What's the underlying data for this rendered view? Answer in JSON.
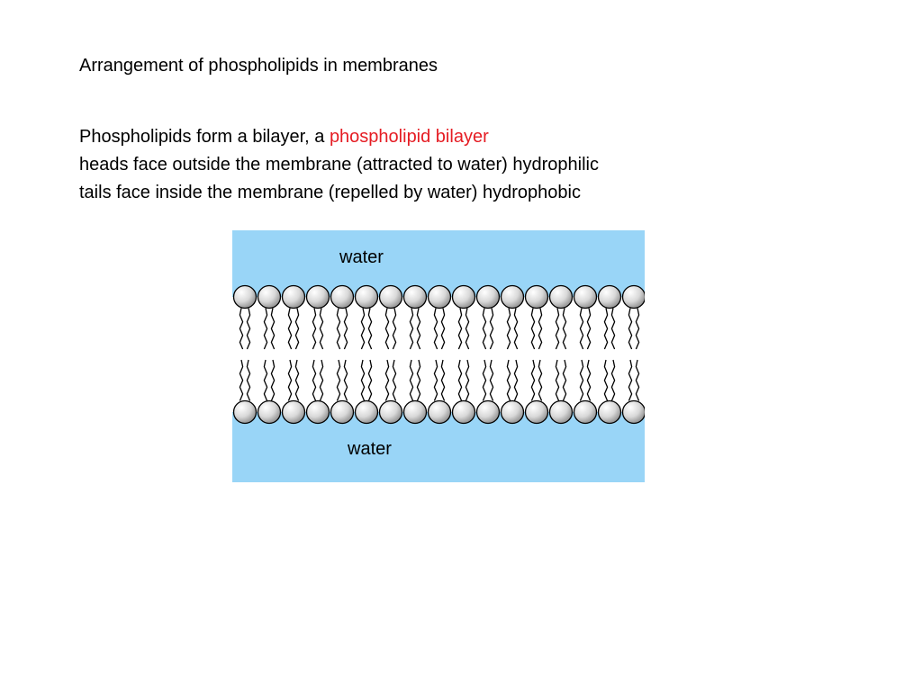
{
  "title": "Arrangement of phospholipids in membranes",
  "line1_prefix": "Phospholipids form a bilayer, a ",
  "line1_highlight": "phospholipid bilayer",
  "line2": "heads face outside the membrane (attracted to water) hydrophilic",
  "line3": "tails face inside the membrane (repelled by water) hydrophobic",
  "diagram": {
    "water_top_label": "water",
    "water_bottom_label": "water",
    "heads_per_leaflet": 17,
    "colors": {
      "water": "#99d5f7",
      "membrane_interior": "#ffffff",
      "head_fill": "#d9d9d9",
      "head_stroke": "#000000",
      "tail": "#000000",
      "highlight_text": "#e51c23"
    }
  }
}
